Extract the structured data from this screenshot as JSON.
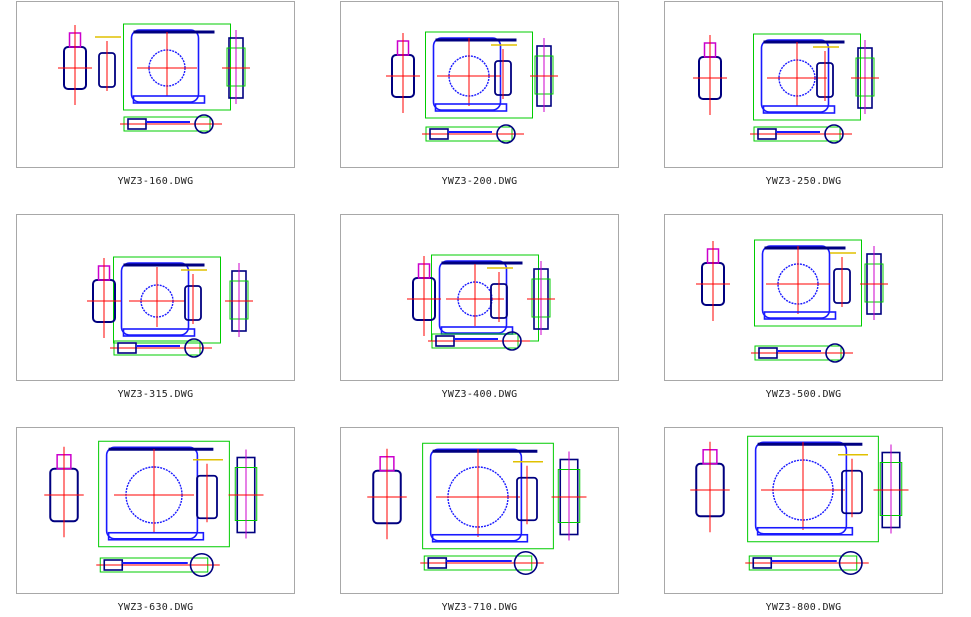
{
  "files": [
    {
      "name": "YWZ3-160.DWG"
    },
    {
      "name": "YWZ3-200.DWG"
    },
    {
      "name": "YWZ3-250.DWG"
    },
    {
      "name": "YWZ3-315.DWG"
    },
    {
      "name": "YWZ3-400.DWG"
    },
    {
      "name": "YWZ3-500.DWG"
    },
    {
      "name": "YWZ3-630.DWG"
    },
    {
      "name": "YWZ3-710.DWG"
    },
    {
      "name": "YWZ3-800.DWG"
    }
  ],
  "colors": {
    "border": "#a8a8a8",
    "blue": "#1a1aff",
    "navy": "#000080",
    "green": "#00cc00",
    "red": "#ff0000",
    "yellow": "#e0c000",
    "magenta": "#cc00cc"
  }
}
